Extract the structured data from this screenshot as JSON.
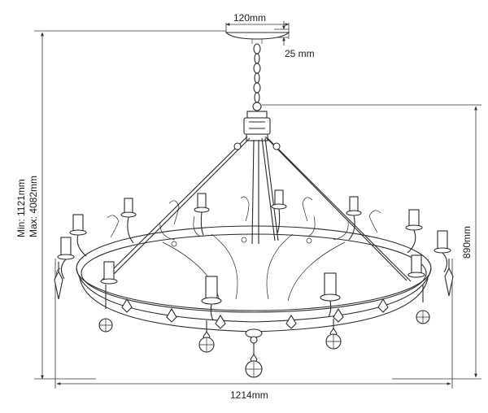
{
  "dimensions": {
    "canopy_width": "120mm",
    "canopy_height": "25 mm",
    "overall_width": "1214mm",
    "body_height": "890mm",
    "drop_min": "Min: 1121mm",
    "drop_max": "Max: 4082mm"
  }
}
